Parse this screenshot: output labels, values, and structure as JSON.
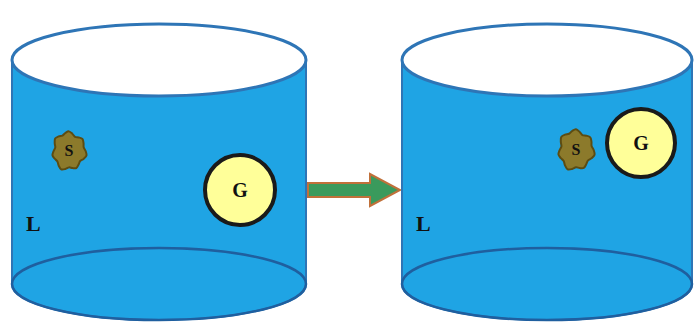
{
  "diagram": {
    "nodes": [
      {
        "text": [
          "L"
        ]
      },
      {
        "text": [
          "S"
        ],
        "in": 0
      },
      {
        "text": [
          "G"
        ],
        "in": 0
      },
      {
        "text": [
          "L"
        ]
      },
      {
        "text": [
          "S"
        ],
        "in": 3
      },
      {
        "text": [
          "G"
        ],
        "in": 3
      }
    ],
    "edges": [
      {
        "from": 0,
        "to": 3,
        "arrow": "to"
      }
    ]
  }
}
